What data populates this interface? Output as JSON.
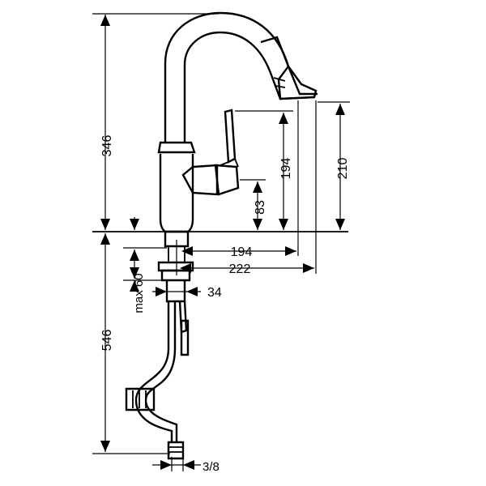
{
  "dimensions": {
    "height_above_deck": "346",
    "height_below_deck": "546",
    "handle_height": "194",
    "spout_outlet_height": "210",
    "lever_height": "83",
    "reach_194": "194",
    "reach_222": "222",
    "deck_thickness": "max 60",
    "shank_diameter": "34",
    "thread_size": "3/8"
  },
  "colors": {
    "line": "#000000",
    "background": "#ffffff"
  }
}
